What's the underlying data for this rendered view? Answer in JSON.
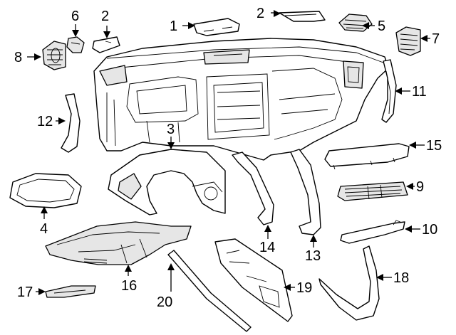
{
  "diagram": {
    "callouts": [
      {
        "id": "c1",
        "label": "1"
      },
      {
        "id": "c2a",
        "label": "2"
      },
      {
        "id": "c2b",
        "label": "2"
      },
      {
        "id": "c3",
        "label": "3"
      },
      {
        "id": "c4",
        "label": "4"
      },
      {
        "id": "c5",
        "label": "5"
      },
      {
        "id": "c6",
        "label": "6"
      },
      {
        "id": "c7",
        "label": "7"
      },
      {
        "id": "c8",
        "label": "8"
      },
      {
        "id": "c9",
        "label": "9"
      },
      {
        "id": "c10",
        "label": "10"
      },
      {
        "id": "c11",
        "label": "11"
      },
      {
        "id": "c12",
        "label": "12"
      },
      {
        "id": "c13",
        "label": "13"
      },
      {
        "id": "c14",
        "label": "14"
      },
      {
        "id": "c15",
        "label": "15"
      },
      {
        "id": "c16",
        "label": "16"
      },
      {
        "id": "c17",
        "label": "17"
      },
      {
        "id": "c18",
        "label": "18"
      },
      {
        "id": "c19",
        "label": "19"
      },
      {
        "id": "c20",
        "label": "20"
      }
    ]
  }
}
